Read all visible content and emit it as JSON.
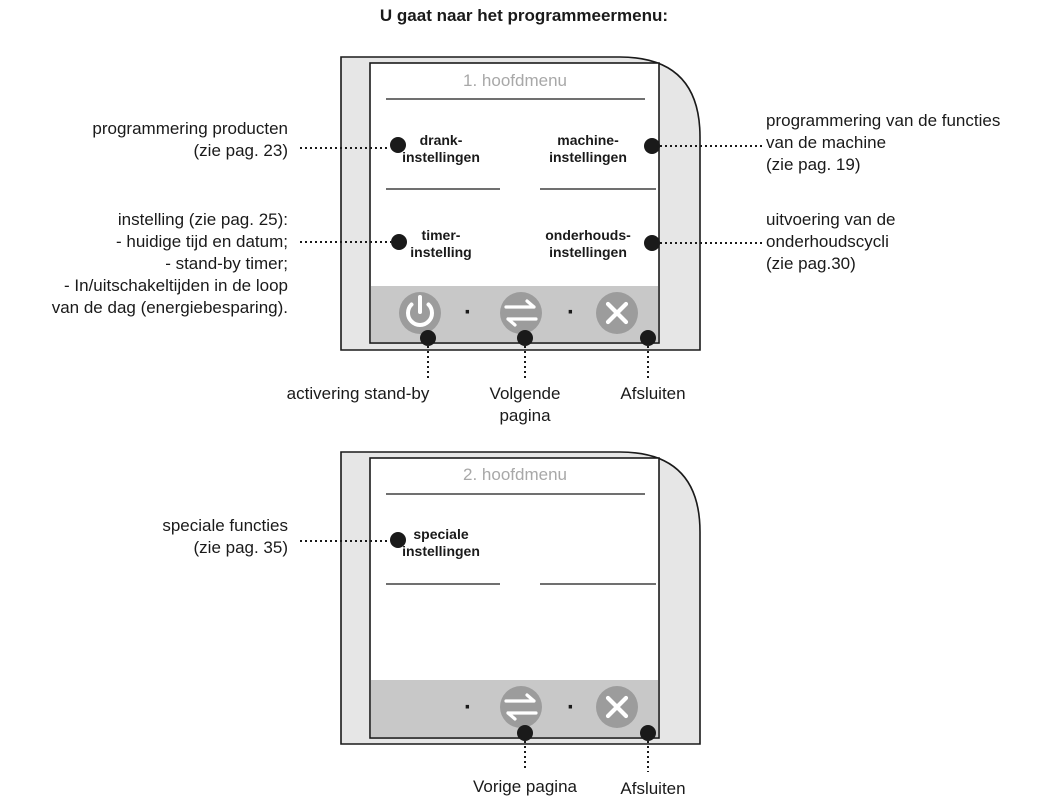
{
  "header": {
    "title": "U gaat naar het programmeermenu:"
  },
  "screen1": {
    "title": "1. hoofdmenu",
    "buttons": [
      {
        "label": "drank-\ninstellingen"
      },
      {
        "label": "machine-\ninstellingen"
      },
      {
        "label": "timer-\ninstelling"
      },
      {
        "label": "onderhouds-\ninstellingen"
      }
    ],
    "icons": [
      "power-icon",
      "swap-arrows-icon",
      "close-icon"
    ],
    "separator": "·"
  },
  "screen2": {
    "title": "2. hoofdmenu",
    "buttons": [
      {
        "label": "speciale\ninstellingen"
      }
    ],
    "icons": [
      "swap-arrows-icon",
      "close-icon"
    ],
    "separator": "·"
  },
  "annotations": {
    "dranks": "programmering producten\n(zie pag. 23)",
    "machine": "programmering van de functies\nvan de machine\n(zie pag. 19)",
    "timer": "instelling (zie pag. 25):\n- huidige tijd en datum;\n- stand-by timer;\n- In/uitschakeltijden in de loop\nvan de dag (energiebesparing).",
    "maintenance": "uitvoering van de\nonderhoudscycli\n(zie pag.30)",
    "standby": "activering stand-by",
    "next_page": "Volgende\npagina",
    "exit1": "Afsluiten",
    "special": "speciale functies\n(zie pag. 35)",
    "prev_page": "Vorige pagina",
    "exit2": "Afsluiten"
  },
  "colors": {
    "frame": "#1a1a1a",
    "device_body": "#e6e6e6",
    "screen_bg": "#ffffff",
    "screen_title": "#a8a8a8",
    "toolbar": "#c8c8c8",
    "icon_circle": "#9c9c9c",
    "icon_glyph": "#ffffff",
    "dot": "#1a1a1a"
  }
}
